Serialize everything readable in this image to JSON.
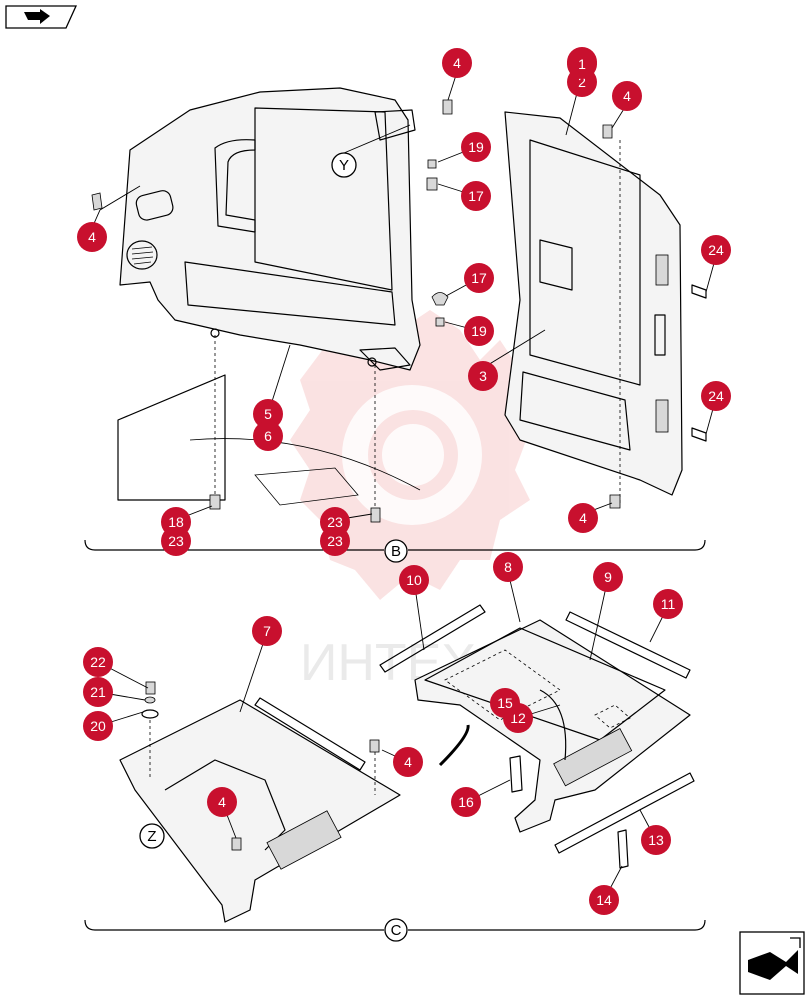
{
  "section_labels": [
    "B",
    "C"
  ],
  "view_labels": [
    "Y",
    "Z"
  ],
  "watermark_text": "ИНТЕХ",
  "callout_color": "#c8102e",
  "nav_icons": [
    "nav-back-icon",
    "nav-forward-icon"
  ],
  "callouts": [
    "1",
    "2",
    "3",
    "4",
    "5",
    "6",
    "7",
    "8",
    "9",
    "10",
    "11",
    "12",
    "13",
    "14",
    "15",
    "16",
    "17",
    "18",
    "19",
    "20",
    "21",
    "22",
    "23",
    "24"
  ]
}
